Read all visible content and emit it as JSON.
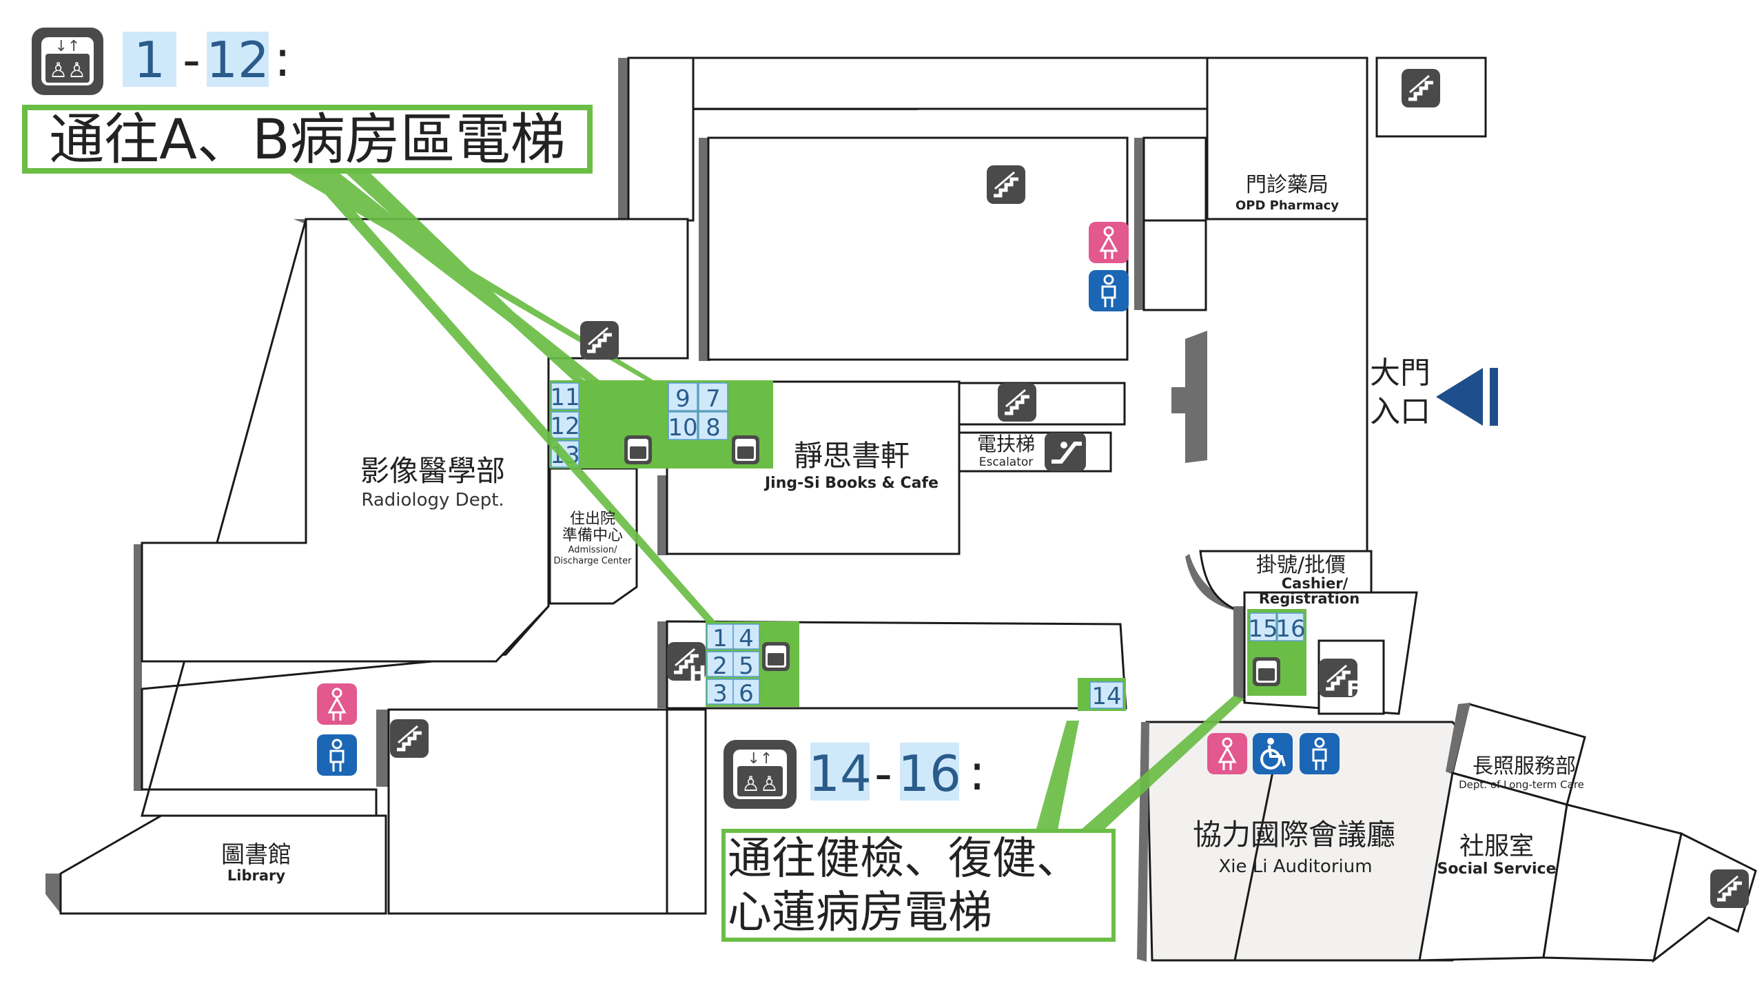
{
  "legend_a": {
    "range_start": "1",
    "range_dash": "-",
    "range_end": "12",
    "colon": ":",
    "desc": "通往A、B病房區電梯"
  },
  "legend_b": {
    "range_start": "14",
    "range_dash": "-",
    "range_end": "16",
    "colon": ":",
    "desc_line1": "通往健檢、復健、",
    "desc_line2": "心蓮病房電梯"
  },
  "rooms": {
    "radiology_cn": "影像醫學部",
    "radiology_en": "Radiology  Dept.",
    "admission_cn1": "住出院",
    "admission_cn2": "準備中心",
    "admission_en1": "Admission/",
    "admission_en2": "Discharge Center",
    "jingsi_cn": "靜思書軒",
    "jingsi_en": "Jing-Si Books & Cafe",
    "escalator_cn": "電扶梯",
    "escalator_en": "Escalator",
    "pharmacy_cn": "門診藥局",
    "pharmacy_en": "OPD  Pharmacy",
    "entrance_cn1": "大門",
    "entrance_cn2": "入口",
    "cashier_cn": "掛號/批價",
    "cashier_en1": "Cashier/",
    "cashier_en2": "Registration",
    "library_cn": "圖書館",
    "library_en": "Library",
    "auditorium_cn": "協力國際會議廳",
    "auditorium_en": "Xie Li Auditorium",
    "longterm_cn": "長照服務部",
    "longterm_en": "Dept. of Long-term Care",
    "social_cn": "社服室",
    "social_en": "Social  Service"
  },
  "elevators": {
    "left_bank": [
      "11",
      "12",
      "13"
    ],
    "mid_bank": [
      [
        "9",
        "7"
      ],
      [
        "10",
        "8"
      ]
    ],
    "lower_bank": [
      [
        "1",
        "4"
      ],
      [
        "2",
        "5"
      ],
      [
        "3",
        "6"
      ]
    ],
    "e14": "14",
    "e15": "15",
    "e16": "16"
  },
  "icons": {
    "stairs_h_letter": "H",
    "stairs_f_letter": "F"
  },
  "colors": {
    "green": "#6abd45",
    "blue_box": "#cfe9fb",
    "entrance_blue": "#1f4e8c",
    "female_pink": "#e2588f",
    "male_blue": "#1b66b5",
    "icon_dark": "#4a4a4a"
  }
}
